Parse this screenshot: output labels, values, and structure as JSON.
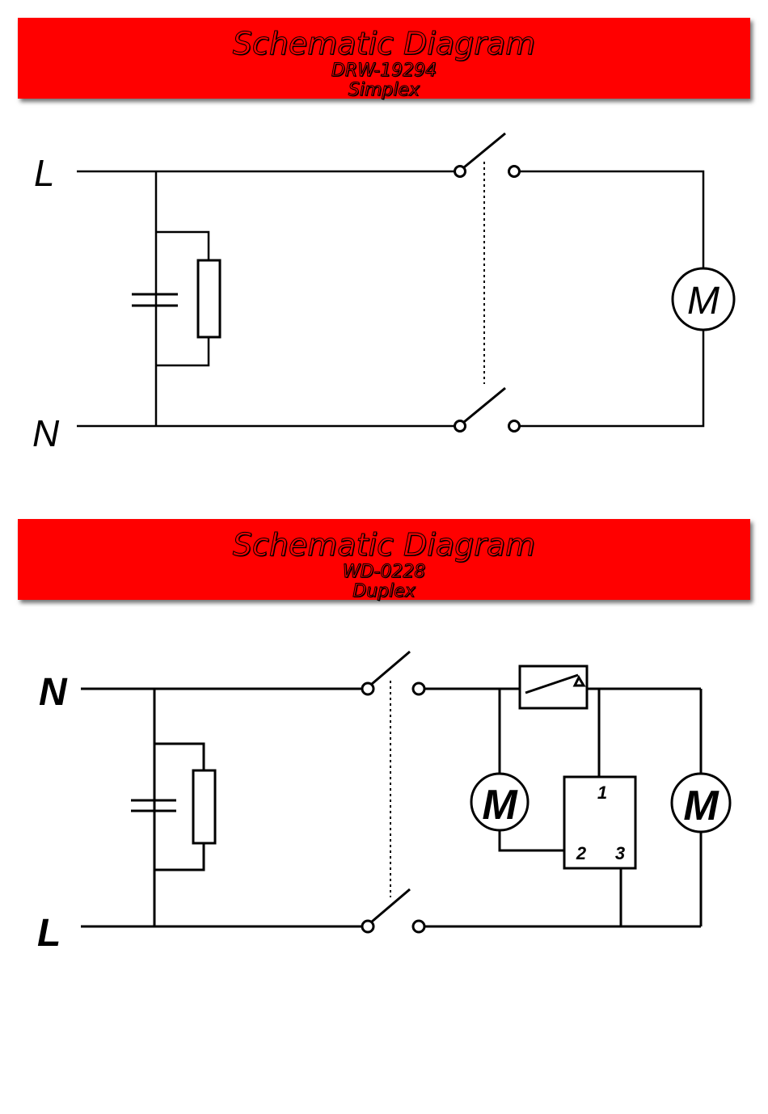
{
  "diagram1": {
    "header": {
      "title": "Schematic Diagram",
      "model": "DRW-19294",
      "type": "Simplex"
    },
    "labels": {
      "top_line": "L",
      "bottom_line": "N",
      "motor": "M"
    }
  },
  "diagram2": {
    "header": {
      "title": "Schematic Diagram",
      "model": "WD-0228",
      "type": "Duplex"
    },
    "labels": {
      "top_line": "N",
      "bottom_line": "L",
      "motor_left": "M",
      "motor_right": "M",
      "relay_pin_1": "1",
      "relay_pin_2": "2",
      "relay_pin_3": "3"
    }
  },
  "colors": {
    "banner": "#ff0000",
    "wire": "#000000",
    "background": "#ffffff"
  }
}
